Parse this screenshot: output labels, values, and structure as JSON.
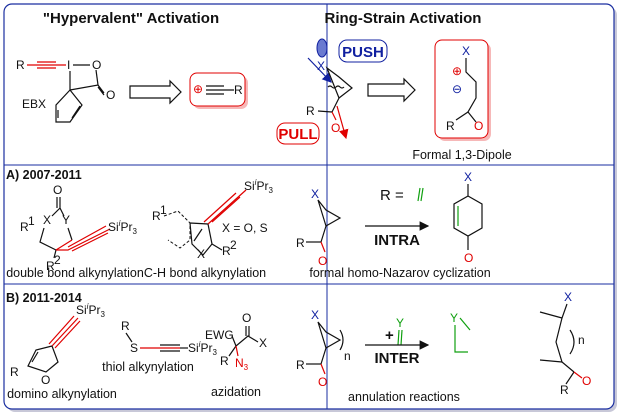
{
  "panels": {
    "hypervalent": {
      "title": "\"Hypervalent\" Activation",
      "ebx_label": "EBX",
      "atoms": {
        "r": "R",
        "i": "I",
        "o1": "O",
        "o2": "O",
        "r2": "R",
        "plus": "⊕"
      }
    },
    "ring_strain": {
      "title": "Ring-Strain Activation",
      "push_label": "PUSH",
      "pull_label": "PULL",
      "dipole_label": "Formal 1,3-Dipole",
      "atoms": {
        "x": "X",
        "r": "R",
        "o": "O",
        "x2": "X",
        "plus": "⊕",
        "minus": "⊖",
        "r2": "R",
        "o2": "O"
      }
    },
    "section_a": {
      "heading": "A) 2007-2011",
      "double_bond_label": "double bond alkynylation",
      "ch_bond_label": "C-H bond alkynylation",
      "x_def": "X = O, S",
      "tips1": "Si",
      "tips1_sup": "i",
      "tips1_tail": "Pr",
      "tips1_sub": "3",
      "atoms": {
        "o": "O",
        "x": "X",
        "y": "Y",
        "r1": "R",
        "r1_sup": "1",
        "r2": "R",
        "r2_sup": "2",
        "r1b": "R",
        "r1b_sup": "1",
        "xb": "X",
        "r2b": "R",
        "r2b_sup": "2"
      }
    },
    "nazarov": {
      "condition": "R =",
      "mode": "INTRA",
      "label": "formal homo-Nazarov cyclization",
      "atoms": {
        "x": "X",
        "r": "R",
        "o": "O",
        "x2": "X",
        "o2": "O"
      }
    },
    "section_b": {
      "heading": "B) 2011-2014",
      "domino_label": "domino alkynylation",
      "thiol_label": "thiol alkynylation",
      "azidation_label": "azidation",
      "atoms": {
        "r": "R",
        "o": "O",
        "rs": "R",
        "s": "S",
        "ewg": "EWG",
        "o2": "O",
        "x": "X",
        "r3": "R",
        "n3": "N",
        "n3_sub": "3"
      }
    },
    "annulation": {
      "plus": "+",
      "y": "Y",
      "mode": "INTER",
      "label": "annulation reactions",
      "atoms": {
        "x": "X",
        "n": "n",
        "r": "R",
        "o": "O",
        "x2": "X",
        "y2": "Y",
        "n2": "n",
        "r2": "R",
        "o2": "O"
      }
    }
  },
  "colors": {
    "border": "#1a2ea0",
    "accent_red": "#e00000",
    "accent_blue": "#1020a0",
    "accent_green": "#10a010"
  }
}
